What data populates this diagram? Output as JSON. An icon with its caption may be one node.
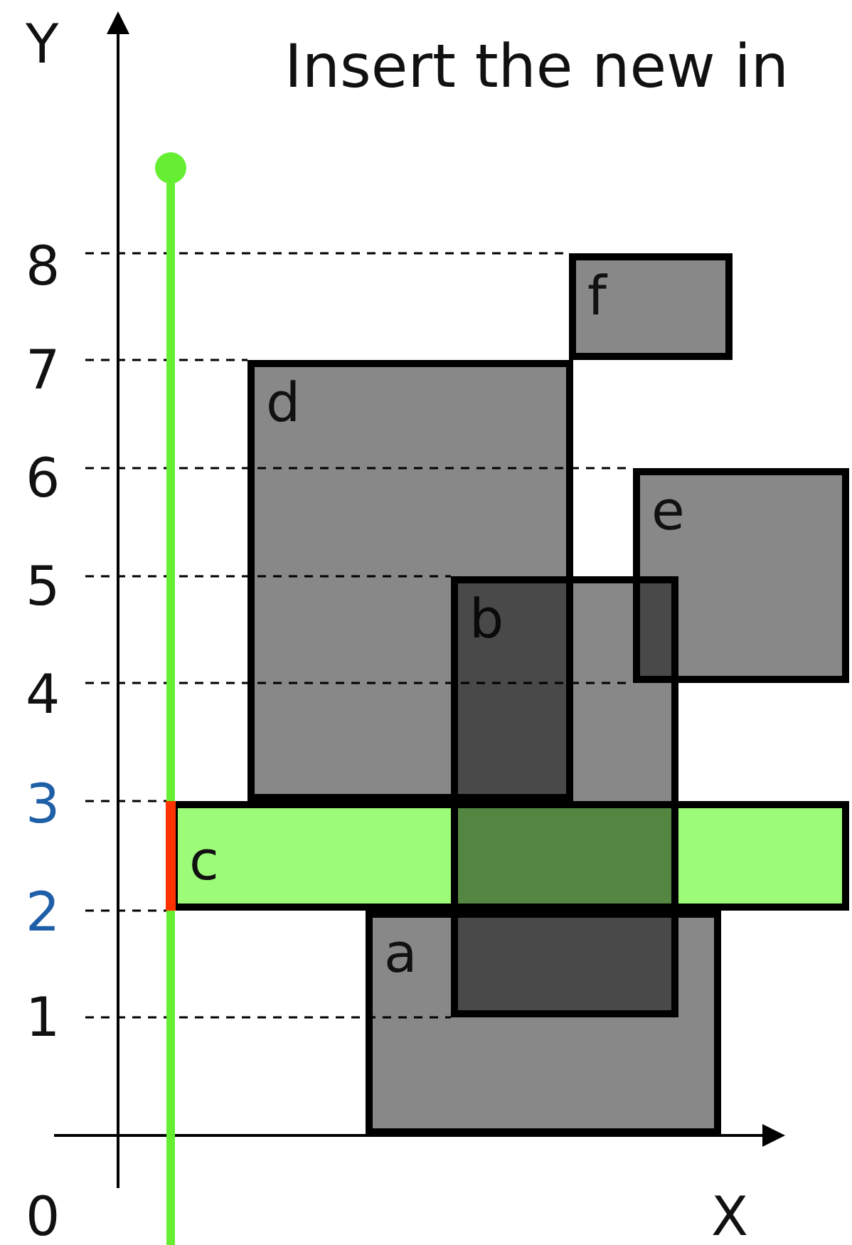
{
  "diagram": {
    "title": "Insert the new in",
    "nodes": [
      {
        "text": [
          "f"
        ]
      },
      {
        "text": [
          "d"
        ]
      },
      {
        "text": [
          "e"
        ]
      },
      {
        "text": [
          "b"
        ]
      },
      {
        "text": [
          "c"
        ]
      },
      {
        "text": [
          "a"
        ]
      }
    ],
    "labels": [
      "Y",
      "8",
      "7",
      "6",
      "5",
      "4",
      "3",
      "2",
      "1",
      "0",
      "X"
    ]
  }
}
